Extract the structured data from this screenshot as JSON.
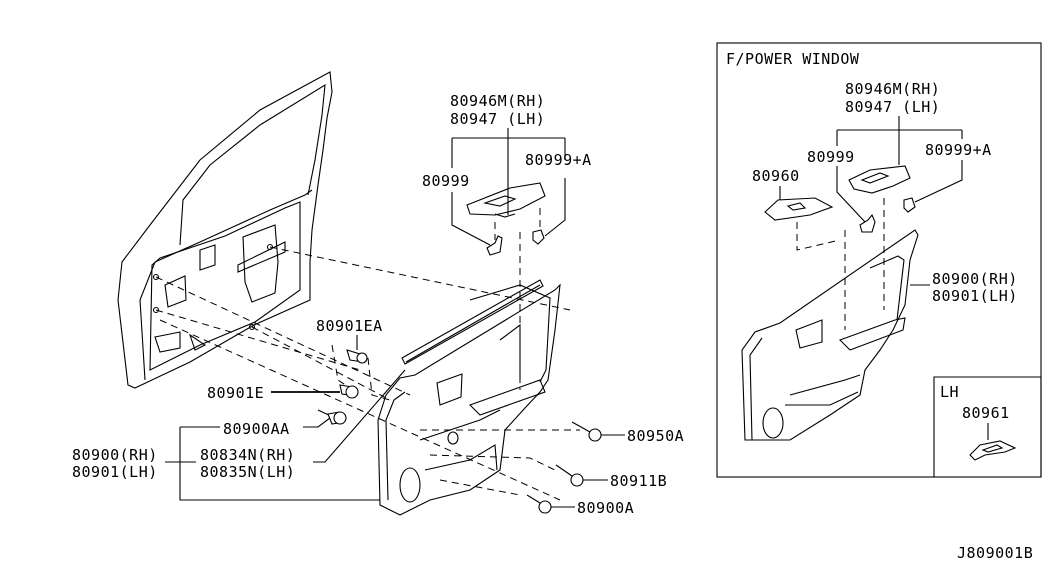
{
  "diagram": {
    "type": "exploded-parts-diagram",
    "subject": "Front door finisher (trim panel)",
    "figure_code": "J809001B",
    "main_labels": {
      "switch_finisher_rh": "80946M(RH)",
      "switch_finisher_lh": "80947 (LH)",
      "clip_80999": "80999",
      "clip_80999a": "80999+A",
      "clip_80901ea": "80901EA",
      "clip_80901e": "80901E",
      "clip_80900aa": "80900AA",
      "finisher_rh": "80900(RH)",
      "finisher_lh": "80901(LH)",
      "weatherstrip_rh": "80834N(RH)",
      "weatherstrip_lh": "80835N(LH)",
      "screw_80950a": "80950A",
      "screw_80911b": "80911B",
      "screw_80900a": "80900A"
    },
    "inset_power_window": {
      "title": "F/POWER WINDOW",
      "switch_finisher_rh": "80946M(RH)",
      "switch_finisher_lh": "80947 (LH)",
      "clip_80999": "80999",
      "clip_80999a": "80999+A",
      "bezel_80960": "80960",
      "finisher_rh": "80900(RH)",
      "finisher_lh": "80901(LH)",
      "lh_sub": {
        "title": "LH",
        "part": "80961"
      }
    }
  }
}
